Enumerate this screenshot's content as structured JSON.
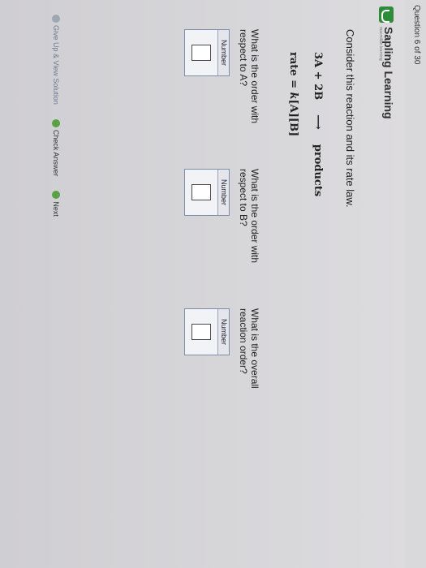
{
  "header": {
    "question_counter": "Question 6 of 30"
  },
  "brand": {
    "name": "Sapling Learning",
    "tagline": "macmillan learning"
  },
  "problem": {
    "prompt": "Consider this reaction and its rate law.",
    "reaction_left": "3A + 2B",
    "reaction_arrow": "⟶",
    "reaction_right": "products",
    "rate_prefix": "rate = ",
    "rate_k": "k",
    "rate_rest": "[A][B]"
  },
  "questions": [
    {
      "text": "What is the order with respect to A?",
      "label": "Number",
      "value": ""
    },
    {
      "text": "What is the order with respect to B?",
      "label": "Number",
      "value": ""
    },
    {
      "text": "What is the overall reaction order?",
      "label": "Number",
      "value": ""
    }
  ],
  "footer": {
    "give_up": "Give Up & View Solution",
    "check": "Check Answer",
    "next": "Next"
  }
}
